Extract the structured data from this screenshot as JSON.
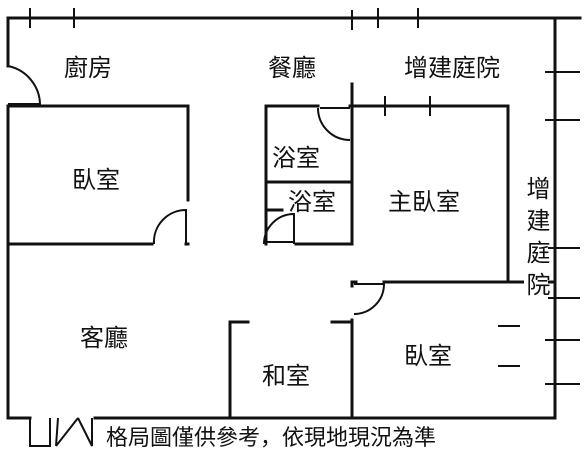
{
  "rooms": {
    "kitchen": "廚房",
    "dining": "餐廳",
    "extension_yard_top": "增建庭院",
    "extension_yard_side": "增建庭院",
    "bedroom_left": "臥室",
    "bath_1": "浴室",
    "bath_2": "浴室",
    "master_bedroom": "主臥室",
    "living_room": "客廳",
    "tatami_room": "和室",
    "bedroom_right": "臥室"
  },
  "footer": {
    "disclaimer": "格局圖僅供參考，依現地現況為準"
  },
  "colors": {
    "wall": "#111111",
    "background": "#ffffff"
  }
}
